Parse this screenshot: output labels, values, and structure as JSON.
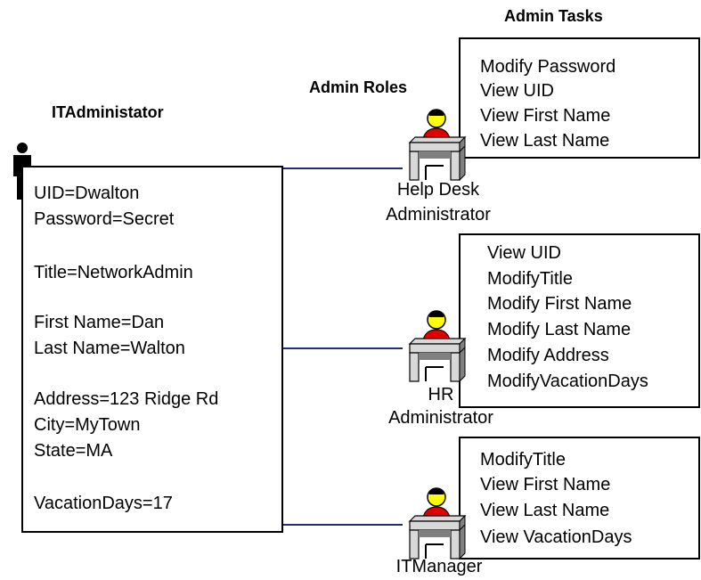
{
  "headings": {
    "admin_tasks": "Admin Tasks",
    "admin_roles": "Admin Roles",
    "it_administrator": "ITAdministator"
  },
  "user": {
    "icon": "person-icon",
    "attributes": [
      "UID=Dwalton",
      "Password=Secret",
      "Title=NetworkAdmin",
      "First Name=Dan",
      "Last Name=Walton",
      "Address=123 Ridge Rd",
      "City=MyTown",
      "State=MA",
      "VacationDays=17"
    ]
  },
  "roles": [
    {
      "icon": "desk-worker-icon",
      "label_line1": "Help Desk",
      "label_line2": "Administrator",
      "tasks": [
        "Modify Password",
        "View UID",
        "View First Name",
        "View Last Name"
      ]
    },
    {
      "icon": "desk-worker-icon",
      "label_line1": "HR",
      "label_line2": "Administrator",
      "tasks": [
        "View UID",
        "ModifyTitle",
        "Modify First Name",
        "Modify Last Name",
        "Modify Address",
        "ModifyVacationDays"
      ]
    },
    {
      "icon": "desk-worker-icon",
      "label_line1": "ITManager",
      "label_line2": "",
      "tasks": [
        "ModifyTitle",
        "View First Name",
        "View Last Name",
        "View VacationDays"
      ]
    }
  ],
  "colors": {
    "connector": "#1f2d7a",
    "shirt": "#e00000",
    "head": "#ffff00",
    "desk_top": "#d8d8d8",
    "desk_side": "#808080"
  }
}
